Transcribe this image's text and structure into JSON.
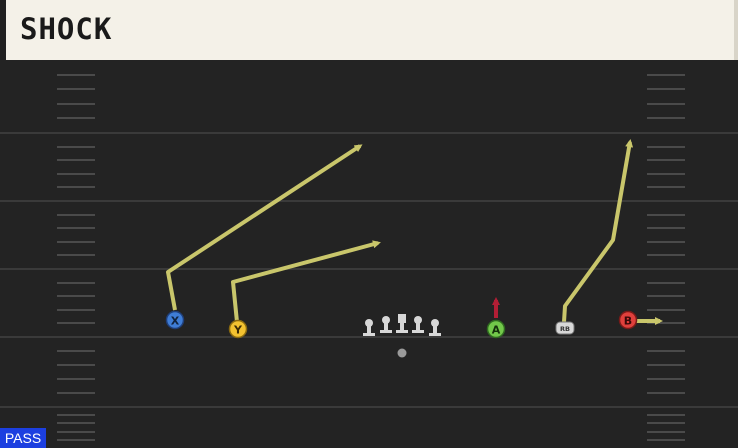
{
  "play": {
    "title": "SHOCK",
    "type_label": "PASS"
  },
  "players": [
    {
      "id": "X",
      "label": "X",
      "color": "#3f7dd6"
    },
    {
      "id": "Y",
      "label": "Y",
      "color": "#f3c230"
    },
    {
      "id": "A",
      "label": "A",
      "color": "#72c84a"
    },
    {
      "id": "RB",
      "label": "RB",
      "color": "#d8d8d8"
    },
    {
      "id": "B",
      "label": "B",
      "color": "#e0403c"
    }
  ],
  "colors": {
    "route": "#c9c66b",
    "block_arrow": "#b21e35",
    "lineman": "#d7d7d7",
    "background": "#232323",
    "yard_line": "#3a3a3a",
    "hash": "#4a4a4a"
  }
}
